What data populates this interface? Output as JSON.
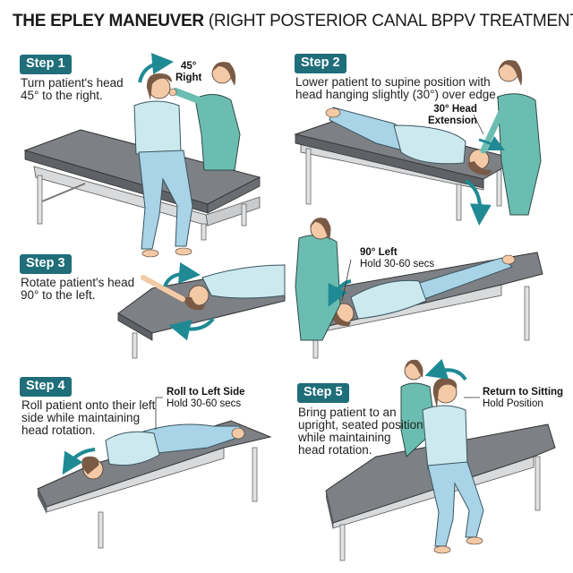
{
  "title": {
    "bold": "THE EPLEY MANEUVER",
    "light": "(RIGHT POSTERIOR CANAL BPPV TREATMENT)"
  },
  "colors": {
    "badge": "#1f6e7a",
    "arrow": "#1f8a94",
    "scrubs": "#6cbdb1",
    "patient_shirt": "#cbe9ee",
    "patient_pants": "#a9d3e6",
    "table_top": "#7d8084",
    "table_frame": "#d8dadc",
    "skin": "#f3c9a6",
    "hair": "#7a5a45"
  },
  "steps": [
    {
      "badge": "Step 1",
      "description": [
        "Turn patient's head",
        "45° to the right."
      ],
      "annotation": {
        "bold": [
          "45°",
          "Right"
        ],
        "normal": []
      },
      "pose": "sitting-head-turned-right"
    },
    {
      "badge": "Step 2",
      "description": [
        "Lower patient to supine position with",
        "head hanging slightly (30°) over edge."
      ],
      "annotation": {
        "bold": [
          "30° Head",
          "Extension"
        ],
        "normal": []
      },
      "pose": "supine-head-extended"
    },
    {
      "badge": "Step 3",
      "description": [
        "Rotate patient's head",
        "90° to the left."
      ],
      "annotation": {
        "bold": [
          "90° Left"
        ],
        "normal": [
          "Hold 30-60 secs"
        ]
      },
      "pose": "supine-head-rotated-left"
    },
    {
      "badge": "Step 4",
      "description": [
        "Roll patient onto their left",
        "side while maintaining",
        "head rotation."
      ],
      "annotation": {
        "bold": [
          "Roll to Left Side"
        ],
        "normal": [
          "Hold 30-60 secs"
        ]
      },
      "pose": "left-lateral-decubitus"
    },
    {
      "badge": "Step 5",
      "description": [
        "Bring patient to an",
        "upright, seated position",
        "while maintaining",
        "head rotation."
      ],
      "annotation": {
        "bold": [
          "Return to Sitting"
        ],
        "normal": [
          "Hold Position"
        ]
      },
      "pose": "sitting-upright"
    }
  ]
}
